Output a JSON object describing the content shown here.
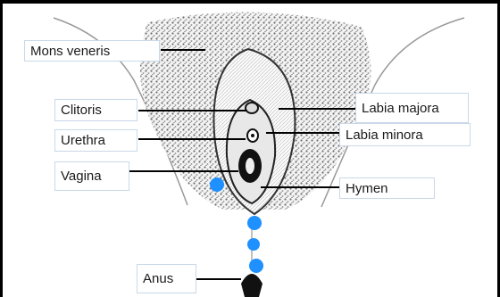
{
  "labels": {
    "mons_veneris": "Mons veneris",
    "clitoris": "Clitoris",
    "urethra": "Urethra",
    "vagina": "Vagina",
    "labia_majora": "Labia majora",
    "labia_minora": "Labia minora",
    "hymen": "Hymen",
    "anus": "Anus"
  },
  "colors": {
    "border": "#000000",
    "label_border": "#c9d8e8",
    "marker_blue": "#1e90ff",
    "hair_shade": "#555555"
  }
}
